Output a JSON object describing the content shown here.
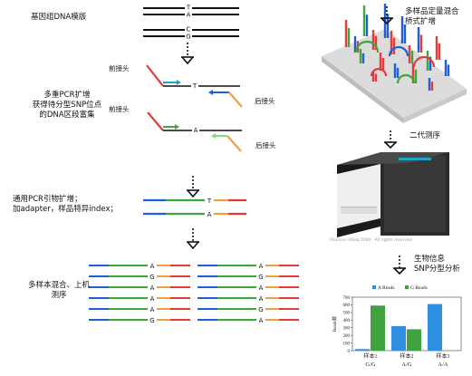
{
  "left": {
    "template_label": "基因组DNA模版",
    "template_bases": [
      "T",
      "A",
      "C",
      "G"
    ],
    "multiplex_label": [
      "多重PCR扩增",
      "获得待分型SNP位点",
      "的DNA区段富集"
    ],
    "fwd_adapter": "前接头",
    "rev_adapter": "后接头",
    "amp_bases": [
      "T",
      "A"
    ],
    "pcr_label": [
      "通用PCR引物扩增；",
      "加adapter，样品特异index；"
    ],
    "pcr_bases": [
      "T",
      "A"
    ],
    "mix_label": [
      "多样本混合、上机",
      "测序"
    ],
    "pool_bases_left": [
      "A",
      "G",
      "A",
      "A",
      "A",
      "G"
    ],
    "pool_bases_right": [
      "A",
      "G",
      "A",
      "A",
      "G",
      "A"
    ]
  },
  "right": {
    "bridge_label": [
      "多样品定量混合",
      "桥式扩增"
    ],
    "ngs_label": "二代测序",
    "bio_label": [
      "生物信息",
      "SNP分型分析"
    ],
    "sequencer_caption": "Illumina HiSeq 2000 · All rights reserved"
  },
  "colors": {
    "blue": "#1f5fd6",
    "green": "#3aa83a",
    "orange": "#f0a040",
    "red": "#e23b3b",
    "cyan": "#1fa3c8",
    "light_green": "#74e274",
    "chart_blue": "#2e8ee0",
    "chart_green": "#3ea33e"
  },
  "chart_data": {
    "type": "bar",
    "categories": [
      "样本1",
      "样本2",
      "样本3"
    ],
    "genotypes": [
      "G/G",
      "A/G",
      "A/A"
    ],
    "series": [
      {
        "name": "A Reads",
        "values": [
          20,
          320,
          610
        ]
      },
      {
        "name": "G Reads",
        "values": [
          590,
          280,
          0
        ]
      }
    ],
    "ylabel": "Reads数",
    "ylim": [
      0,
      700
    ],
    "yticks": [
      "0",
      "100",
      "200",
      "300",
      "400",
      "500",
      "600",
      "700"
    ],
    "legend": "top"
  }
}
